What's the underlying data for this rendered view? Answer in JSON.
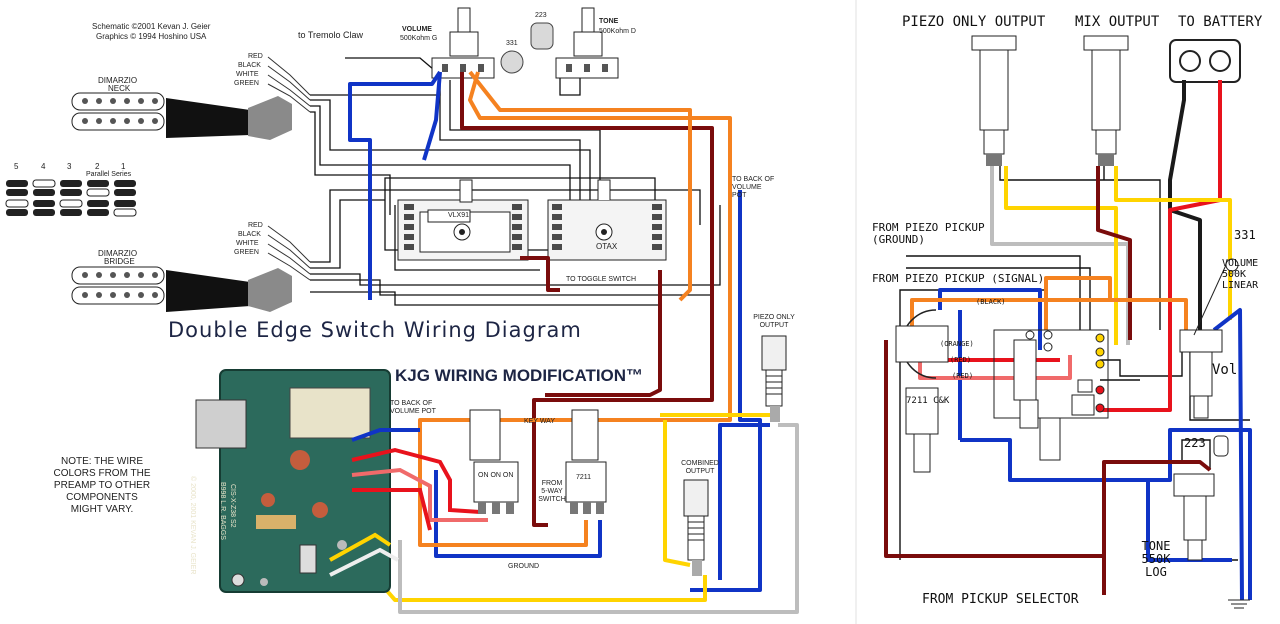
{
  "left": {
    "credits": [
      "Schematic ©2001 Kevan J. Geier",
      "Graphics © 1994 Hoshino USA"
    ],
    "to_tremolo": "to Tremolo Claw",
    "volume_label": "VOLUME",
    "volume_value": "500Kohm G",
    "tone_label": "TONE",
    "tone_value": "500Kohm D",
    "cap_223": "223",
    "cap_331": "331",
    "neck_brand": "DIMARZIO",
    "neck_name": "NECK",
    "bridge_brand": "DIMARZIO",
    "bridge_name": "BRIDGE",
    "wire_colors_neck": [
      "RED",
      "BLACK",
      "WHITE",
      "GREEN"
    ],
    "wire_colors_bridge": [
      "RED",
      "BLACK",
      "WHITE",
      "GREEN"
    ],
    "positions": [
      "5",
      "4",
      "3",
      "2",
      "1"
    ],
    "parallel_series": "Parallel Series",
    "switch_left": "VLX91",
    "switch_right": "OTAX",
    "to_back_vol_1": "TO BACK OF VOLUME POT",
    "to_toggle": "TO TOGGLE SWITCH",
    "title": "Double Edge Switch Wiring Diagram",
    "kjg_title": "KJG WIRING MODIFICATION™",
    "to_back_vol_2": "TO BACK OF VOLUME POT",
    "key_way": "KEY WAY",
    "on_on_on": "ON ON ON",
    "part_7211": "7211",
    "from_5way": "FROM 5-WAY SWITCH",
    "combined_output": "COMBINED OUTPUT",
    "piezo_only_output": "PIEZO ONLY OUTPUT",
    "ground": "GROUND",
    "note": "NOTE: THE WIRE COLORS FROM THE PREAMP TO OTHER COMPONENTS MIGHT VARY.",
    "board_text": "© 2000, 2001 KEVAN J. GEIER",
    "board_text2": "B998 L.R. BAGGS",
    "board_text3": "CIS-X-Z38 S2"
  },
  "right": {
    "piezo_only_output": "PIEZO ONLY OUTPUT",
    "mix_output": "MIX OUTPUT",
    "to_battery": "TO BATTERY",
    "from_piezo_ground": "FROM PIEZO PICKUP (GROUND)",
    "from_piezo_signal": "FROM PIEZO PICKUP (SIGNAL)",
    "cap_331": "331",
    "volume": "VOLUME 500K LINEAR",
    "cap_223": "223",
    "tone": "TONE 550K LOG",
    "from_pickup_selector": "FROM PICKUP SELECTOR",
    "vol_mark": "Vol",
    "part_7211": "7211 C&K",
    "black": "(BLACK)",
    "red1": "(RED)",
    "red2": "(RED)",
    "orange": "(ORANGE)"
  },
  "colors": {
    "red": "#e8121c",
    "black": "#1a1a1a",
    "blue": "#1034c6",
    "orange": "#f58220",
    "yellow": "#ffd400",
    "gray": "#bdbdbd",
    "maroon": "#7a0c0c",
    "pink": "#f06a6a",
    "board": "#2c6a5c"
  }
}
